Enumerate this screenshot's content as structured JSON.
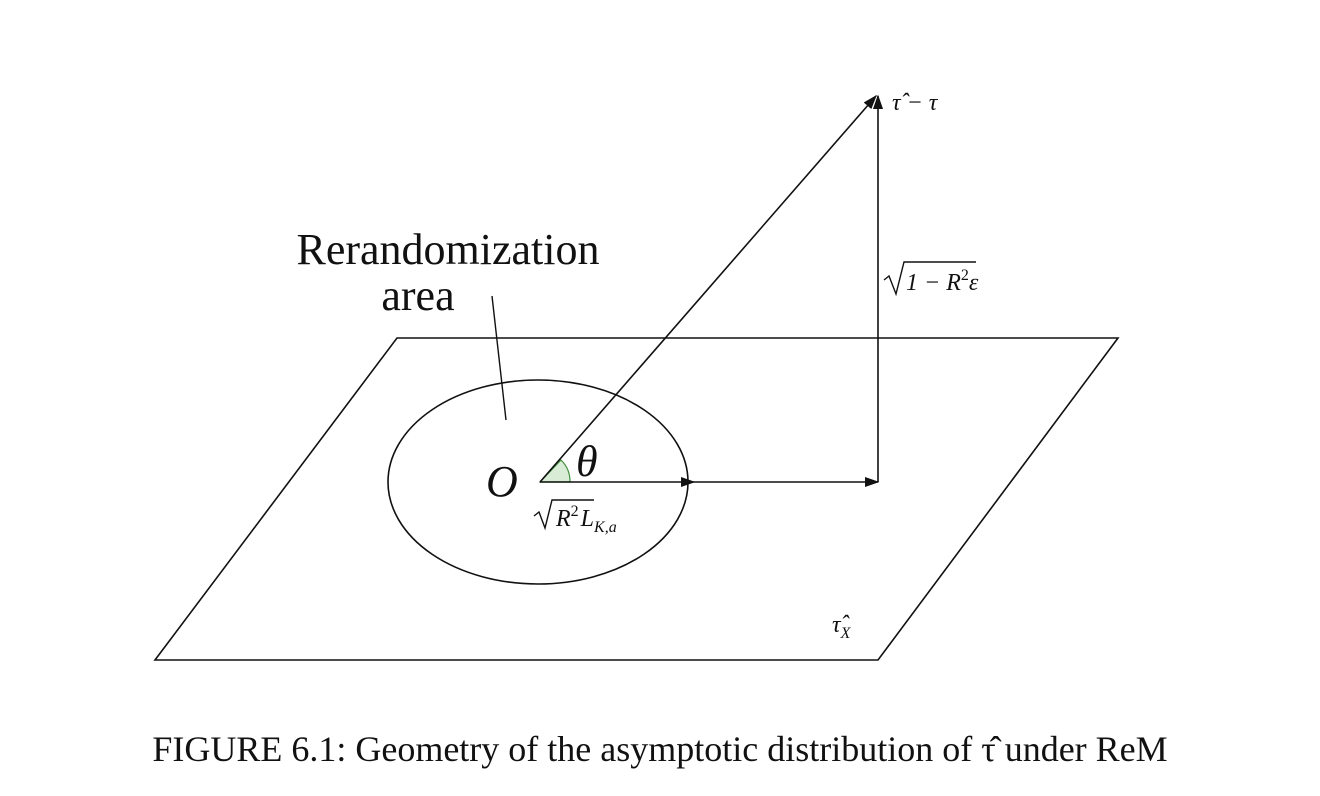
{
  "labels": {
    "area_line1": "Rerandomization",
    "area_line2": "area",
    "origin": "O",
    "theta": "θ",
    "tau_hat_minus_tau": "τ̂ − τ",
    "sqrt_term_radicand": "1 − R",
    "sqrt_term_sup": "2",
    "sqrt_term_tail": "ε",
    "proj_radicand": "R",
    "proj_sup": "2",
    "proj_L": "L",
    "proj_sub": "K,a",
    "plane_label_base": "τ̂",
    "plane_label_sub": "X"
  },
  "caption": "FIGURE 6.1: Geometry of the asymptotic distribution of τ̂ under ReM",
  "colors": {
    "stroke": "#111111",
    "angle_fill": "#d9ecd6",
    "angle_stroke": "#3f8f3a",
    "background": "#ffffff"
  }
}
